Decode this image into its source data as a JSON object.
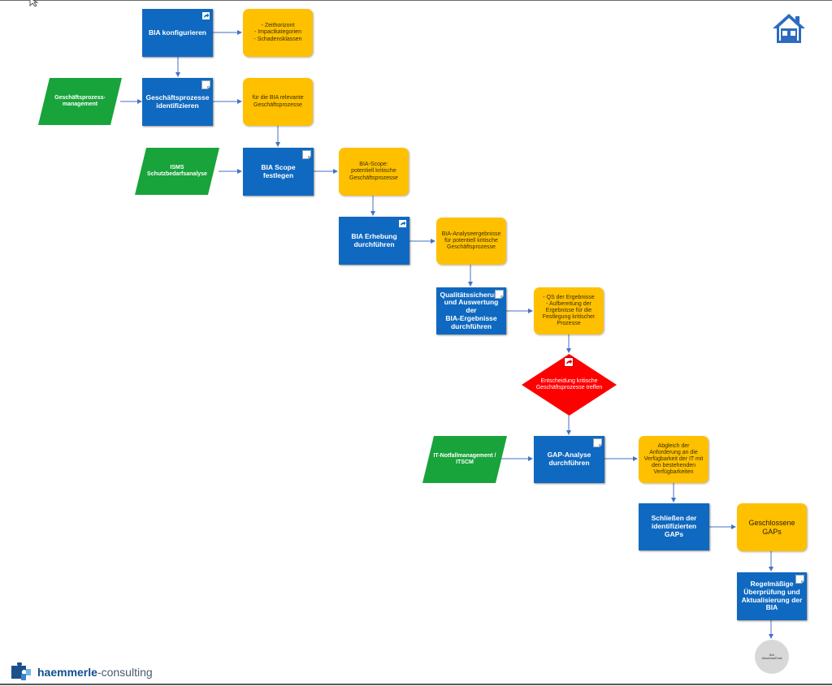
{
  "nodes": {
    "bia_konfigurieren": "BIA konfigurieren",
    "note_zeithorizont": "- Zeithorizont\n- Impactkategorien\n- Schadensklassen",
    "geschaeftsprozessmanagement": "Geschäftsprozess-\nmanagement",
    "geschaeftsprozesse_identifizieren": "Geschäftsprozesse\nidentifizieren",
    "note_relevante_gp": "für die BIA relevante\nGeschäftsprozesse",
    "isms": "ISMS\nSchutzbedarfsanalyse",
    "bia_scope_festlegen": "BIA Scope festlegen",
    "note_bia_scope": "BIA-Scope:\npotentiell kritische\nGeschäftsprozesse",
    "bia_erhebung": "BIA Erhebung\ndurchführen",
    "note_analyseergebnisse": "BIA-Analyseergebnisse\nfür potentiell kritische\nGeschäftsprozesse",
    "qualitaetssicherung": "Qualitätssicherung\nund Auswertung der\nBIA-Ergebnisse\ndurchführen",
    "note_qs": "- QS der Ergebnisse\n- Aufbereitung der\nErgebnisse für die\nFestlegung kritischer\nProzesse",
    "entscheidung": "Entscheidung kritische\nGeschäftsprozesse treffen",
    "it_notfallmanagement": "IT-Notfallmanagement /\nITSCM",
    "gap_analyse": "GAP-Analyse\ndurchführen",
    "note_abgleich": "Abgleich der\nAnforderung an die\nVerfügbarkeit der IT mit\nden bestehenden\nVerfügbarkeiten",
    "schliessen_gaps": "Schließen der\nidentifizierten GAPs",
    "geschlossene_gaps": "Geschlossene GAPs",
    "regelmaessige_ueberpruefung": "Regelmäßige\nÜberprüfung und\nAktualisierung der\nBIA",
    "end_event": "BIA\nAbschluss/Ende"
  },
  "logo": {
    "brand": "haemmerle",
    "suffix": "-consulting"
  },
  "colors": {
    "process": "#0f69c0",
    "note": "#ffc000",
    "external": "#19a33b",
    "decision": "#ff0000",
    "arrow": "#4472c4",
    "home": "#2e6bc0"
  }
}
